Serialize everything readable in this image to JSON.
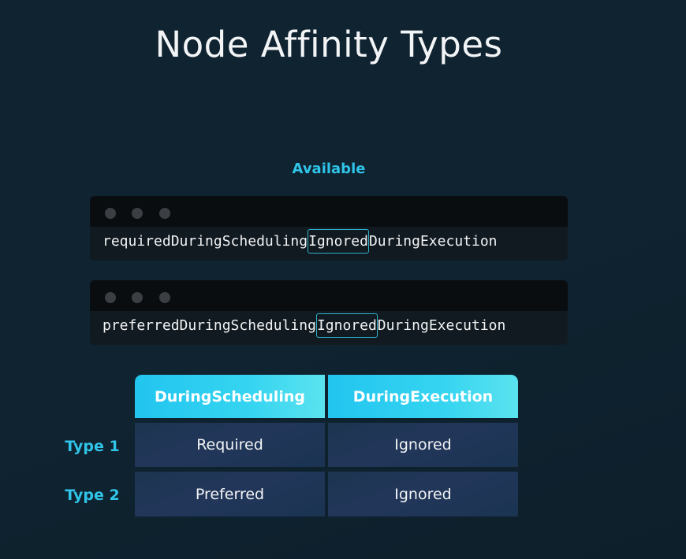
{
  "title": "Node Affinity Types",
  "available_label": "Available",
  "terminals": [
    {
      "prefix": "requiredDuringScheduling",
      "highlight": "Ignored",
      "suffix": "DuringExecution"
    },
    {
      "prefix": "preferredDuringScheduling",
      "highlight": "Ignored",
      "suffix": "DuringExecution"
    }
  ],
  "table": {
    "headers": [
      "DuringScheduling",
      "DuringExecution"
    ],
    "rows": [
      {
        "label": "Type 1",
        "cells": [
          "Required",
          "Ignored"
        ]
      },
      {
        "label": "Type 2",
        "cells": [
          "Preferred",
          "Ignored"
        ]
      }
    ]
  },
  "colors": {
    "accent": "#2fc4e8",
    "background": "#0f2330",
    "header_gradient": "#22c5ef",
    "highlight_border": "#2fb2c9"
  }
}
